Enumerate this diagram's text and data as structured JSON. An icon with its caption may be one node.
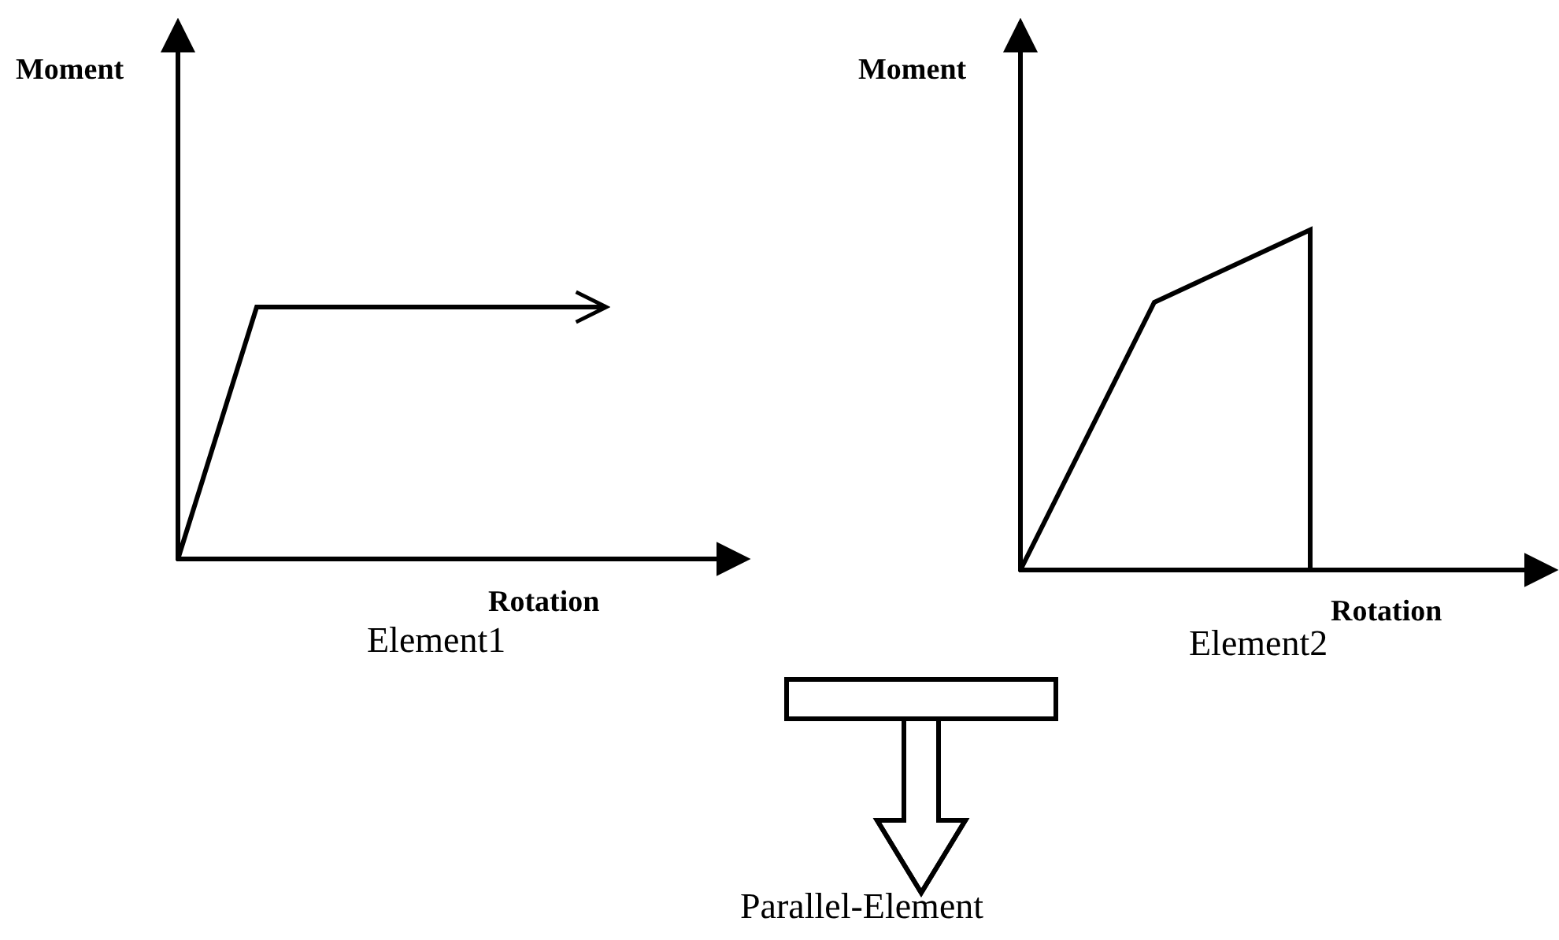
{
  "diagram": {
    "nodes": [
      {
        "text": [
          "Parallel-Element"
        ]
      },
      {
        "text": [],
        "shape": "bar"
      }
    ],
    "edges": [
      {
        "from": 1,
        "to": 0,
        "arrow": "to"
      }
    ],
    "labels": [
      "Moment",
      "Rotation",
      "Element1",
      "Moment",
      "Rotation",
      "Element2"
    ]
  }
}
